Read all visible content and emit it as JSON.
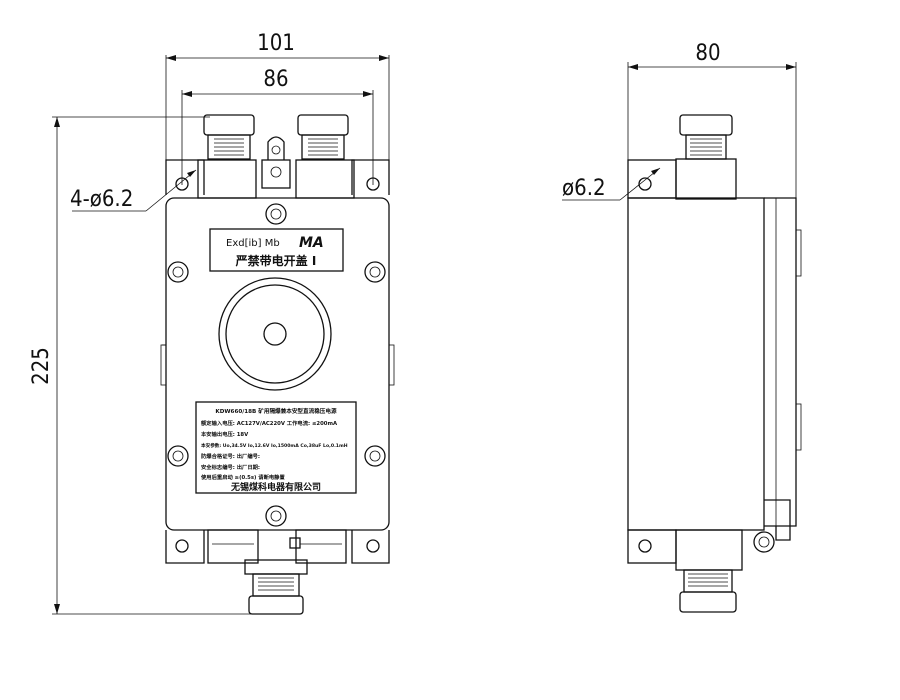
{
  "dimensions": {
    "front_overall_width": "101",
    "front_hole_spacing": "86",
    "height": "225",
    "mount_holes": "4-ø6.2",
    "side_width": "80",
    "side_hole": "ø6.2"
  },
  "top_plate": {
    "exd_mark": "Exd[ib] Mb",
    "ma_logo": "MA",
    "warning": "严禁带电开盖 I"
  },
  "nameplate": {
    "title": "KDW660/18B 矿用隔爆兼本安型直流稳压电源",
    "line1": "额定输入电压: AC127V/AC220V  工作电流: ≤200mA",
    "line2": "本安输出电压: 18V",
    "line3": "本安参数: Uo,34.5V Io,12.6V Io,1500mA Co,38uF Lo,0.1mH",
    "line4": "防爆合格证号:           出厂编号:",
    "line5": "安全标志编号:           出厂日期:",
    "line6": "使用后重启动 ≥(0.5s) 请断电静置",
    "company": "无锡煤科电器有限公司"
  }
}
